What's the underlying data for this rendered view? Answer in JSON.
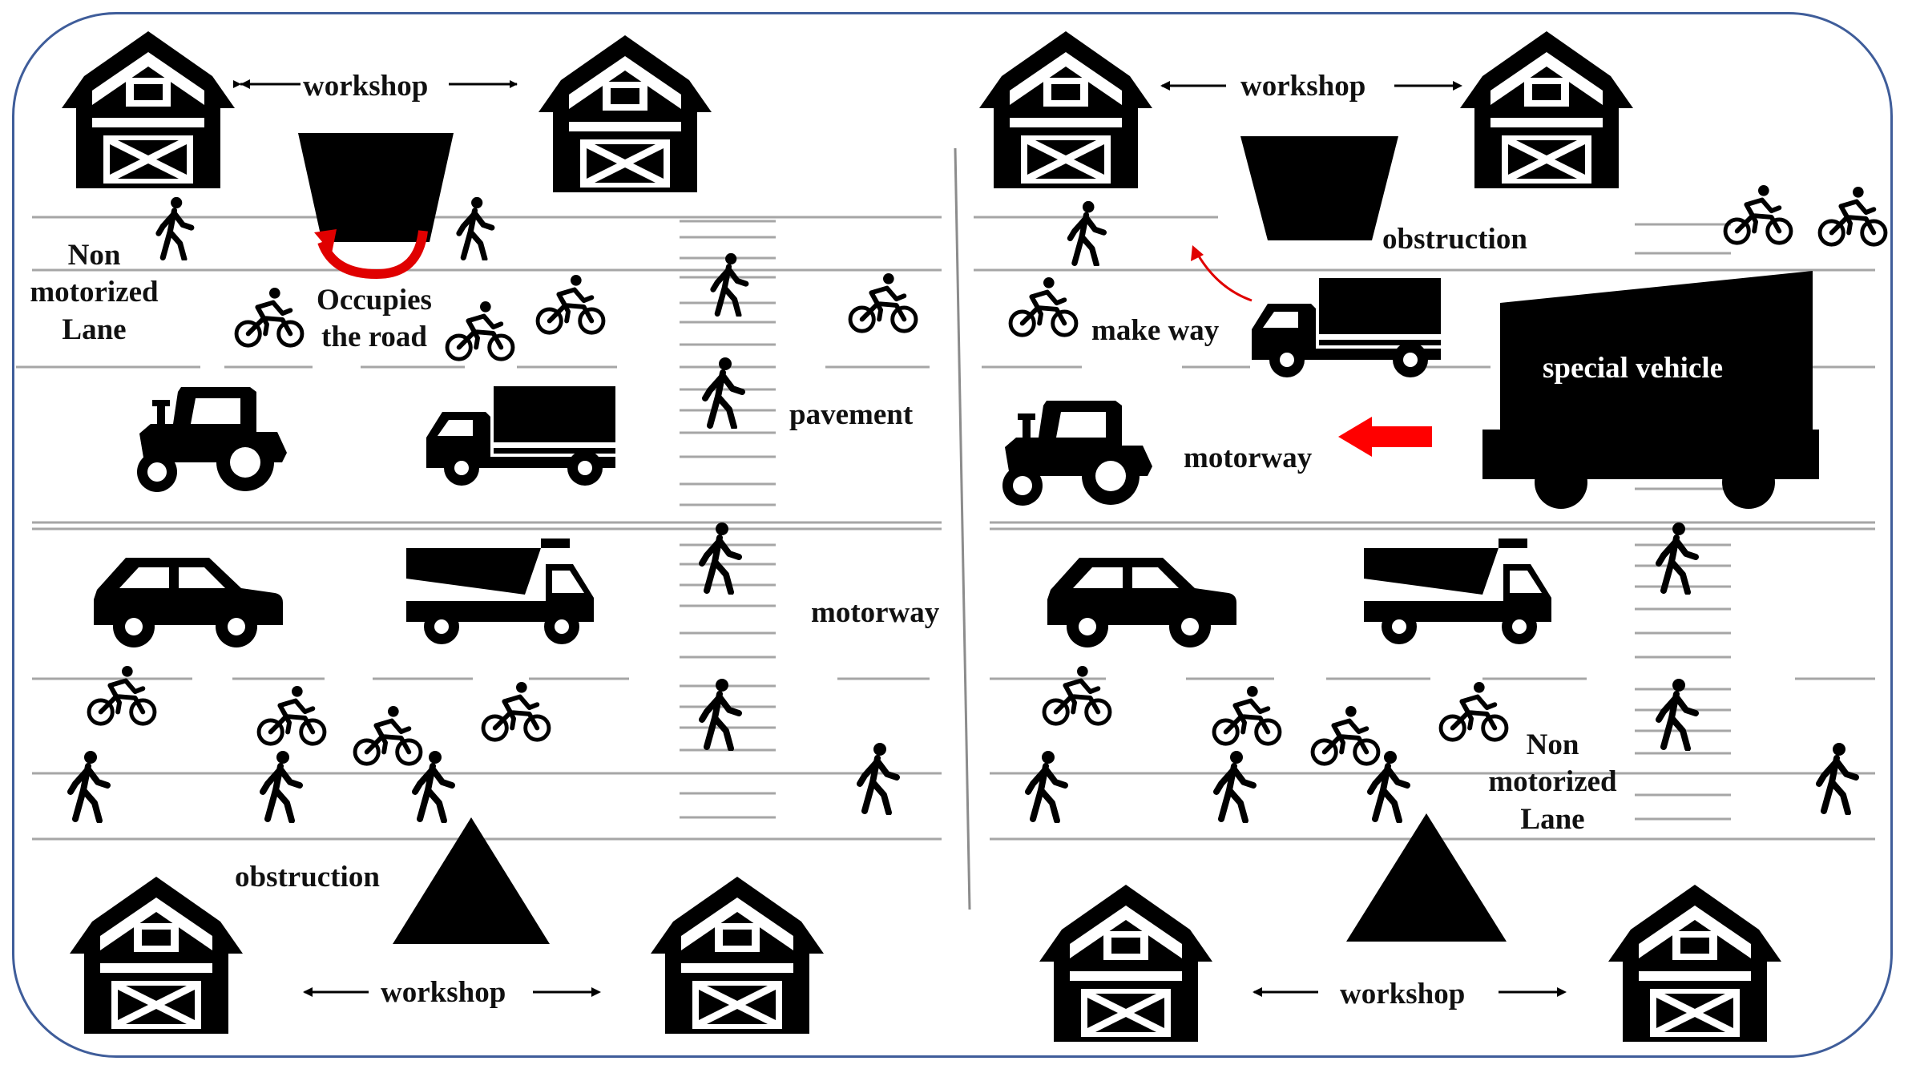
{
  "colors": {
    "frame": "#3f5d9a",
    "ink": "#000000",
    "road_line": "#a6a6a6",
    "arrow_red": "#ff0000",
    "text": "#111111"
  },
  "left_panel": {
    "workshop_top": "workshop",
    "workshop_bottom": "workshop",
    "non_motorized_lane": [
      "Non",
      "motorized",
      "Lane"
    ],
    "occupies_the_road": [
      "Occupies",
      "the road"
    ],
    "pavement": "pavement",
    "motorway": "motorway",
    "obstruction": "obstruction"
  },
  "right_panel": {
    "workshop_top": "workshop",
    "workshop_bottom": "workshop",
    "obstruction": "obstruction",
    "make_way": "make way",
    "special_vehicle": "special vehicle",
    "motorway": "motorway",
    "non_motorized_lane": [
      "Non",
      "motorized",
      "Lane"
    ]
  },
  "icons": {
    "barn": "barn-icon",
    "hopper": "trapezoid-obstruction-icon",
    "triangle": "triangle-obstruction-icon",
    "pedestrian": "pedestrian-icon",
    "cyclist": "cyclist-icon",
    "tractor": "tractor-icon",
    "box_truck": "box-truck-icon",
    "dump_truck": "dump-truck-icon",
    "car": "car-icon",
    "special_vehicle": "special-vehicle-icon"
  }
}
